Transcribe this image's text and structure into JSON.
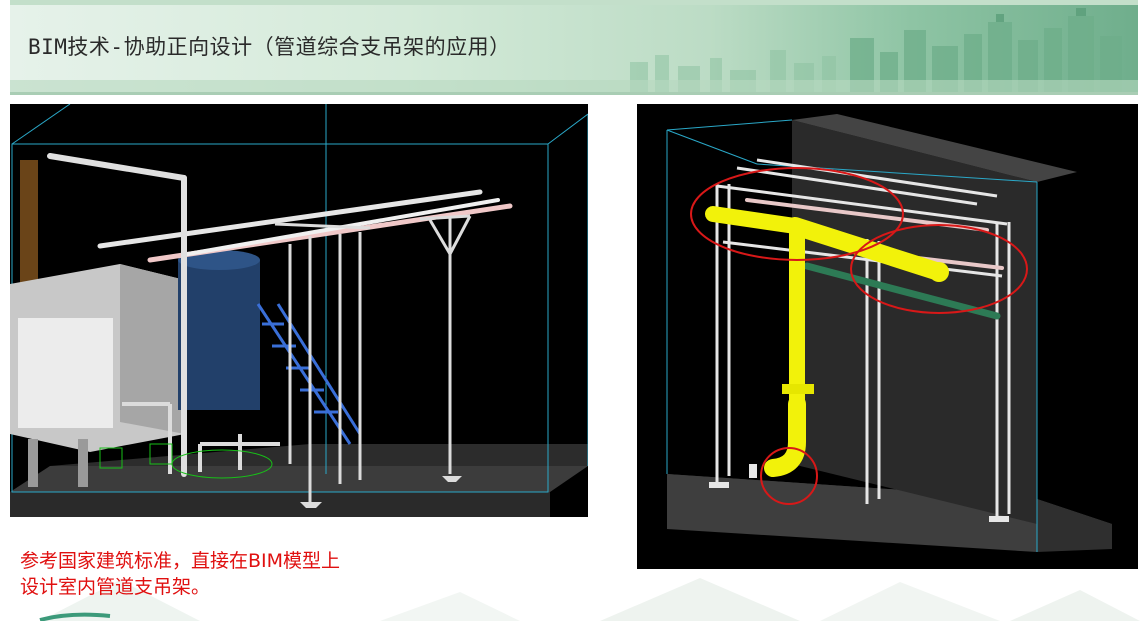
{
  "title": "BIM技术-协助正向设计（管道综合支吊架的应用）",
  "caption": {
    "line1": "参考国家建筑标准，直接在BIM模型上",
    "line2": "设计室内管道支吊架。"
  },
  "colors": {
    "caption": "#e01010",
    "pipe_highlight": "#f2f20a",
    "pipe_pink": "#f0c8c8",
    "pipe_green": "#2d7a55",
    "tank_blue": "#22406a",
    "stair_blue": "#3a6fd8",
    "annotation_circle": "#d81818"
  },
  "icons": [
    "bim-model-left",
    "bim-model-right",
    "annotation-circle"
  ]
}
